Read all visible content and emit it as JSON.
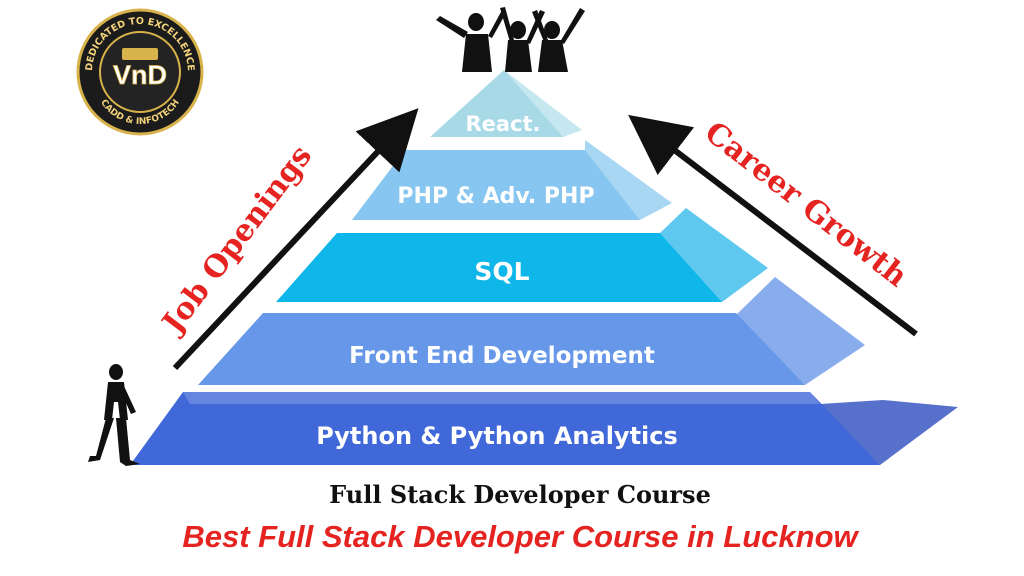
{
  "logo": {
    "brand": "VnD",
    "top_ring": "DEDICATED TO EXCELLENCE",
    "bottom_ring": "CADD & INFOTECH",
    "colors": {
      "ring": "#1b1b1b",
      "gold": "#d8b24a"
    }
  },
  "pyramid": {
    "tiers": [
      {
        "label": "React.",
        "color": "#a7d9e6",
        "side": "#c5e7ef"
      },
      {
        "label": "PHP & Adv. PHP",
        "color": "#86c6f0",
        "side": "#a8d7f3"
      },
      {
        "label": "SQL",
        "color": "#0fb6ea",
        "side": "#5fc8ee"
      },
      {
        "label": "Front End Development",
        "color": "#6797e9",
        "side": "#89acec"
      },
      {
        "label": "Python & Python Analytics",
        "color": "#4168d8",
        "side": "#5670cb"
      }
    ]
  },
  "arrows": {
    "left_label": "Job Openings",
    "right_label": "Career Growth",
    "label_color": "#e52421"
  },
  "footer": {
    "course_title": "Full Stack Developer Course",
    "tagline": "Best Full Stack Developer Course in Lucknow"
  }
}
